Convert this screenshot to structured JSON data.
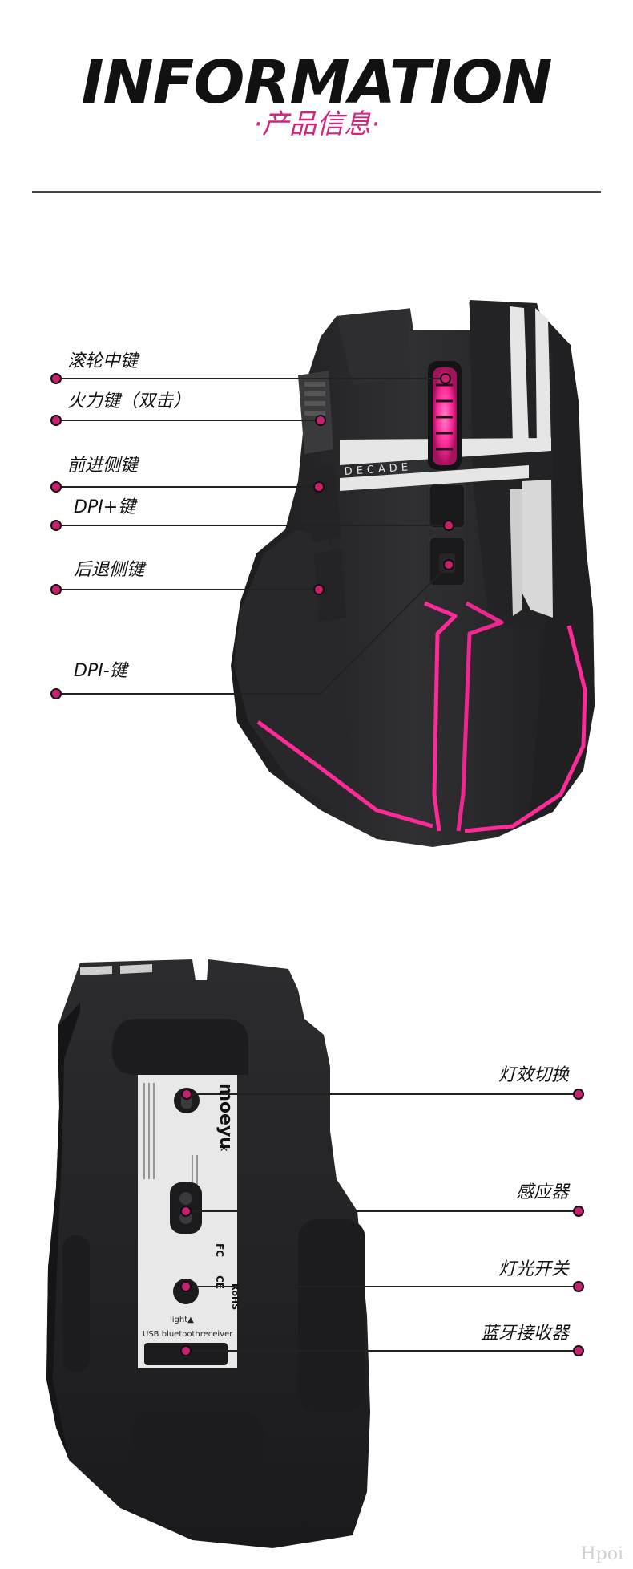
{
  "header": {
    "title": "INFORMATION",
    "subtitle": "·产品信息·"
  },
  "top_view": {
    "labels": [
      {
        "id": "scroll",
        "text": "滚轮中键"
      },
      {
        "id": "fire",
        "text": "火力键（双击）"
      },
      {
        "id": "forward",
        "text": "前进侧键"
      },
      {
        "id": "dpi_plus",
        "text": "DPI+键"
      },
      {
        "id": "back",
        "text": "后退侧键"
      },
      {
        "id": "dpi_minus",
        "text": "DPI-键"
      }
    ],
    "mouse_print": "DECADE"
  },
  "bottom_view": {
    "labels": [
      {
        "id": "light_switch_mode",
        "text": "灯效切换"
      },
      {
        "id": "sensor",
        "text": "感应器"
      },
      {
        "id": "light_power",
        "text": "灯光开关"
      },
      {
        "id": "bt_receiver",
        "text": "蓝牙接收器"
      }
    ],
    "sticker": {
      "brand": "moeyu",
      "cross": "×",
      "light_label": "light▲",
      "usb_label": "USB bluetoothreceiver",
      "rohs": "RoHS",
      "fc": "FC",
      "ce": "CE"
    }
  },
  "watermark": "Hpoi",
  "colors": {
    "accent": "#d6247c",
    "mouse_body": "#2a2a2c",
    "glow": "#ff2a9a"
  }
}
